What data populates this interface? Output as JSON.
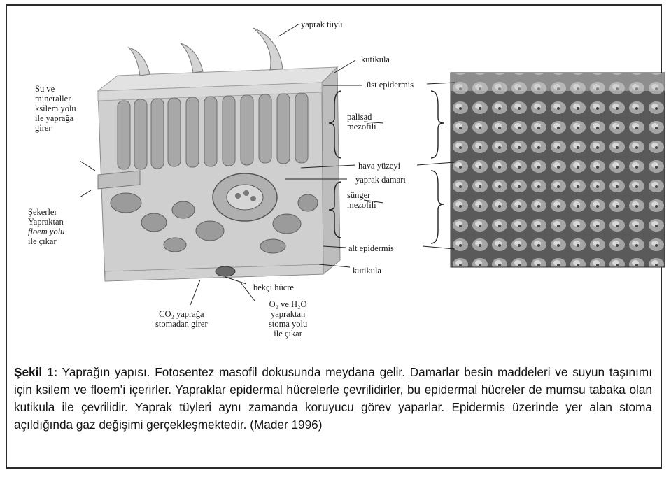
{
  "figure": {
    "labels": {
      "yaprak_tuyu": "yaprak tüyü",
      "kutikula_top": "kutikula",
      "ust_epidermis": "üst epidermis",
      "palisad_mezofili": "palisad\nmezofili",
      "hava_yuzeyi": "hava yüzeyi",
      "yaprak_damari": "yaprak damarı",
      "sunger_mezofili": "sünger\nmezofili",
      "alt_epidermis": "alt epidermis",
      "kutikula_bottom": "kutikula",
      "bekci_hucre": "bekçi hücre",
      "su_mineraller": "Su ve\nmineraller\nksilem yolu\nile yaprağa\ngirer",
      "sekerler_line1": "Şekerler",
      "sekerler_line2": "Yapraktan",
      "sekerler_line3": "floem yolu",
      "sekerler_line4": "ile çıkar",
      "co2": "CO₂ yaprağa\nstomadan girer",
      "o2_h2o": "O₂ ve H₂O\nyapraktan\nstoma yolu\nile çıkar"
    }
  },
  "caption": {
    "bold": "Şekil 1:",
    "text": " Yaprağın yapısı. Fotosentez masofil dokusunda meydana gelir. Damarlar besin maddeleri ve suyun taşınımı için ksilem ve floem’i içerirler. Yapraklar epidermal hücrelerle çevrilidirler, bu epidermal hücreler de mumsu tabaka olan kutikula ile çevrilidir. Yaprak tüyleri aynı zamanda koruyucu görev yaparlar. Epidermis üzerinde yer alan stoma açıldığında gaz değişimi gerçekleşmektedir. (Mader 1996)"
  }
}
